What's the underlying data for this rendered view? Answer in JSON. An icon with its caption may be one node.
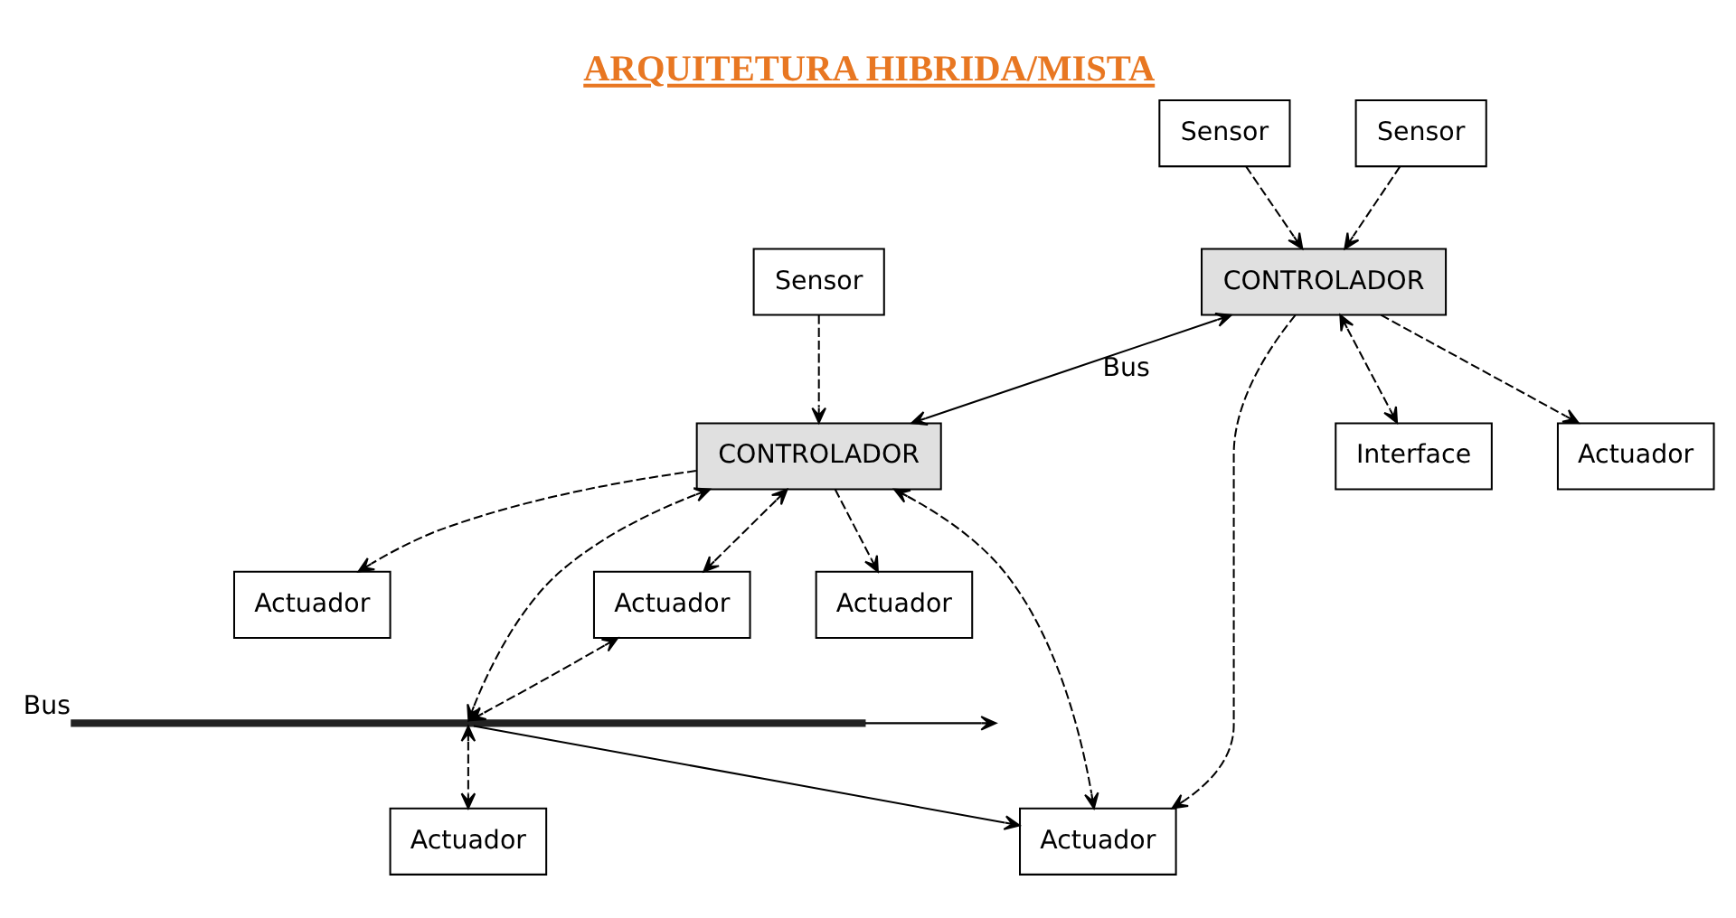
{
  "diagram": {
    "title": "ARQUITETURA HIBRIDA/MISTA",
    "nodes": [
      {
        "text": [
          "Sensor"
        ]
      },
      {
        "text": [
          "Sensor"
        ]
      },
      {
        "text": [
          "CONTROLADOR"
        ]
      },
      {
        "text": [
          "Actuador"
        ]
      },
      {
        "text": [
          "Interface"
        ]
      },
      {
        "text": [
          "Sensor"
        ]
      },
      {
        "text": [
          "CONTROLADOR"
        ]
      },
      {
        "text": [
          "Actuador"
        ]
      },
      {
        "text": [
          "Actuador"
        ]
      },
      {
        "text": [
          "Actuador"
        ]
      },
      {
        "text": [
          "Actuador"
        ]
      },
      {
        "text": [
          "Actuador"
        ]
      },
      {
        "text": [],
        "shape": "bar",
        "beside": [
          "Bus"
        ]
      }
    ],
    "edges": [
      {
        "from": 0,
        "to": 2,
        "arrow": "to",
        "style": "dashed"
      },
      {
        "from": 1,
        "to": 2,
        "arrow": "to",
        "style": "dashed"
      },
      {
        "from": 2,
        "to": 3,
        "arrow": "to",
        "style": "dashed"
      },
      {
        "from": 2,
        "to": 4,
        "arrow": "both",
        "style": "dashed"
      },
      {
        "from": 2,
        "to": 6,
        "arrow": "both",
        "label": "Bus"
      },
      {
        "from": 2,
        "to": 10,
        "arrow": "to",
        "style": "dashed"
      },
      {
        "from": 5,
        "to": 6,
        "arrow": "to",
        "style": "dashed"
      },
      {
        "from": 6,
        "to": 7,
        "arrow": "to",
        "style": "dashed"
      },
      {
        "from": 6,
        "to": 8,
        "arrow": "to",
        "style": "dashed"
      },
      {
        "from": 6,
        "to": 9,
        "arrow": "both",
        "style": "dashed"
      },
      {
        "from": 6,
        "to": 10,
        "arrow": "both",
        "style": "dashed"
      },
      {
        "from": 6,
        "to": 12,
        "arrow": "both",
        "style": "dashed"
      },
      {
        "from": 9,
        "to": 12,
        "arrow": "both",
        "style": "dashed"
      },
      {
        "from": 12,
        "to": 11,
        "arrow": "both",
        "style": "dashed"
      },
      {
        "from": 12,
        "to": 10,
        "arrow": "to"
      },
      {
        "from": 12,
        "to": null,
        "arrow": "to"
      }
    ]
  }
}
